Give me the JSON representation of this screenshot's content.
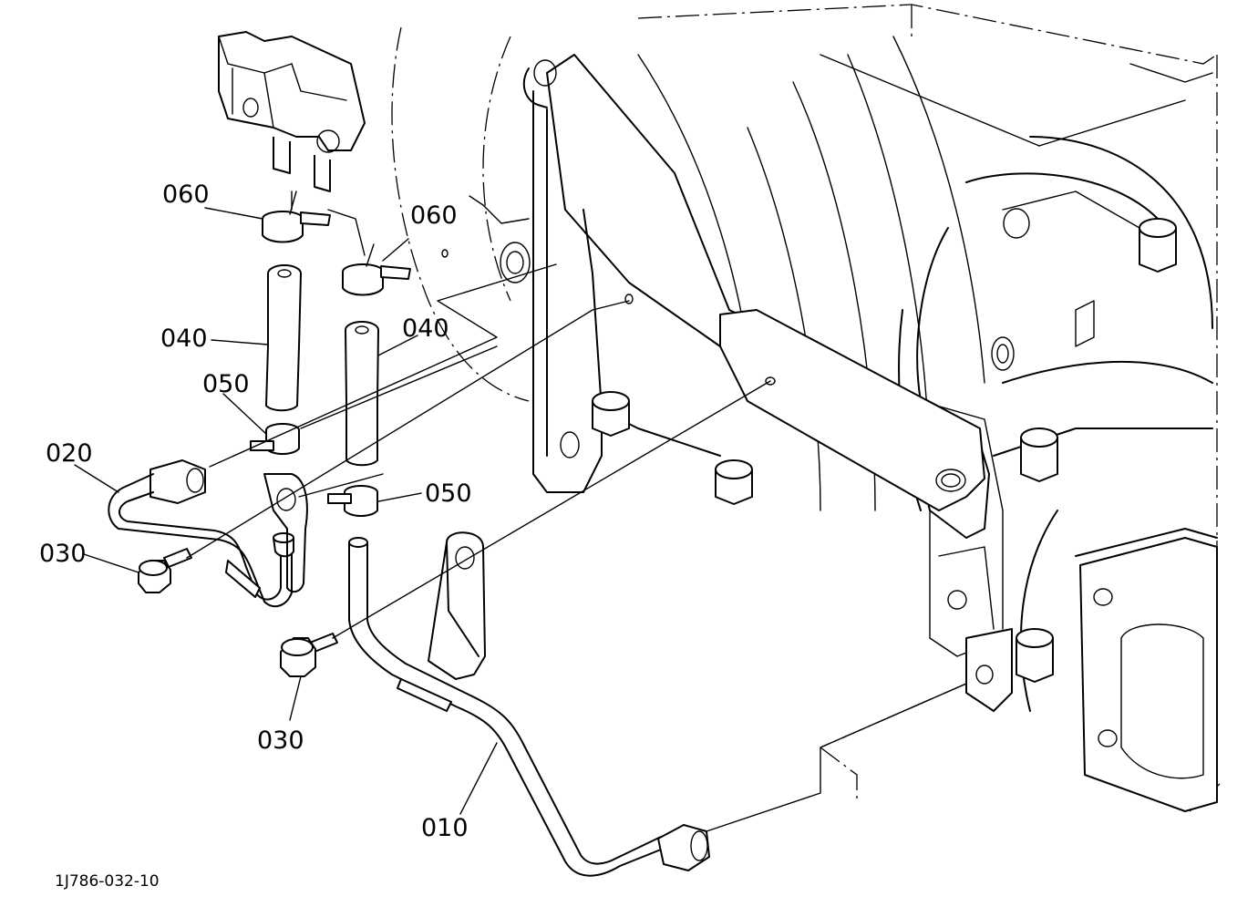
{
  "labels": {
    "clamp_top_left": "060",
    "clamp_top_right": "060",
    "hose_left": "040",
    "hose_right": "040",
    "clip_left": "050",
    "clip_right": "050",
    "pipe_upper": "020",
    "bolt_upper": "030",
    "bolt_lower": "030",
    "pipe_lower": "010"
  },
  "drawing_code": "1J786-032-10"
}
